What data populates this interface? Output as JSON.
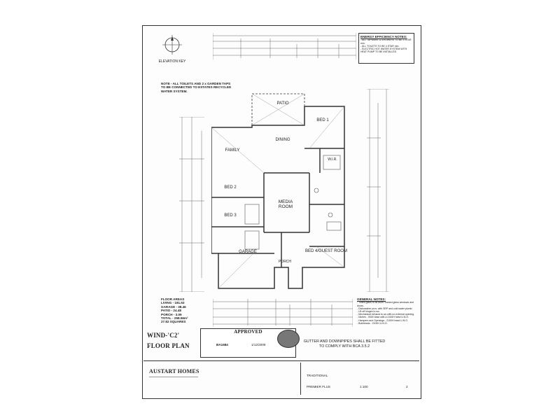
{
  "elevation_key": {
    "label": "ELEVATION KEY"
  },
  "energy_notes": {
    "title": "ENERGY EFFICIENCY NOTES:",
    "items": [
      "- ALL TAPWARE & SHOWERS TO BE 3 STAR min.",
      "- ALL TOILETS TO BE 4 STAR min.",
      "- ELECTRIC HOT WATER SYSTEM WITH HEAT PUMP TO BE INSTALLED"
    ]
  },
  "toilet_note": "NOTE - ALL TOILETS AND 2 x GARDEN TAPS TO BE CONNECTED TO ESTATES RECYCLED WATER SYSTEM.",
  "rooms": {
    "patio": "PATIO",
    "bed1": "BED 1",
    "family": "FAMILY",
    "dining": "DINING",
    "wir": "W.I.R.",
    "bed2": "BED 2",
    "bed3": "BED 3",
    "media": "MEDIA ROOM",
    "garage": "GARAGE",
    "porch": "PORCH",
    "bed4": "BED 4/GUEST ROOM"
  },
  "floor_areas": {
    "title": "FLOOR AREAS",
    "lines": [
      "LIVING - 181.53",
      "GARAGE - 38.46",
      "PATIO - 24.48",
      "PORCH - 3.09",
      "TOTAL - 258.56m²",
      "27.82 SQUARES"
    ]
  },
  "general_notes": {
    "title": "GENERAL NOTES:",
    "items": [
      "- Tinted glass to all alum. framed glass windows and doors.",
      "- Dishwasher prov. with SRP and cold water plumb.",
      "- LB off hinges to wc.",
      "- Mechanical exhaust to wc with no external opening.",
      "- Niches - 9000 base with a 2100H head U.N.O.",
      "- Hampers and Openings - 2100H head U.N.O.",
      "- Bulkheads - 2100H U.N.O."
    ]
  },
  "title_block": {
    "wind": "WIND-'C2'",
    "floor_plan": "FLOOR PLAN",
    "approved": "APPROVED",
    "permit_no": "BA1684",
    "date": "1/12/2009",
    "gutter_note": "GUTTER AND DOWNPIPES SHALL BE FITTED TO COMPLY WITH BCA 3.5.2",
    "company": "AUSTART HOMES",
    "design": "PREMIER FLUS",
    "style": "TRADITIONAL",
    "scale": "1:100",
    "sheet": "2"
  }
}
